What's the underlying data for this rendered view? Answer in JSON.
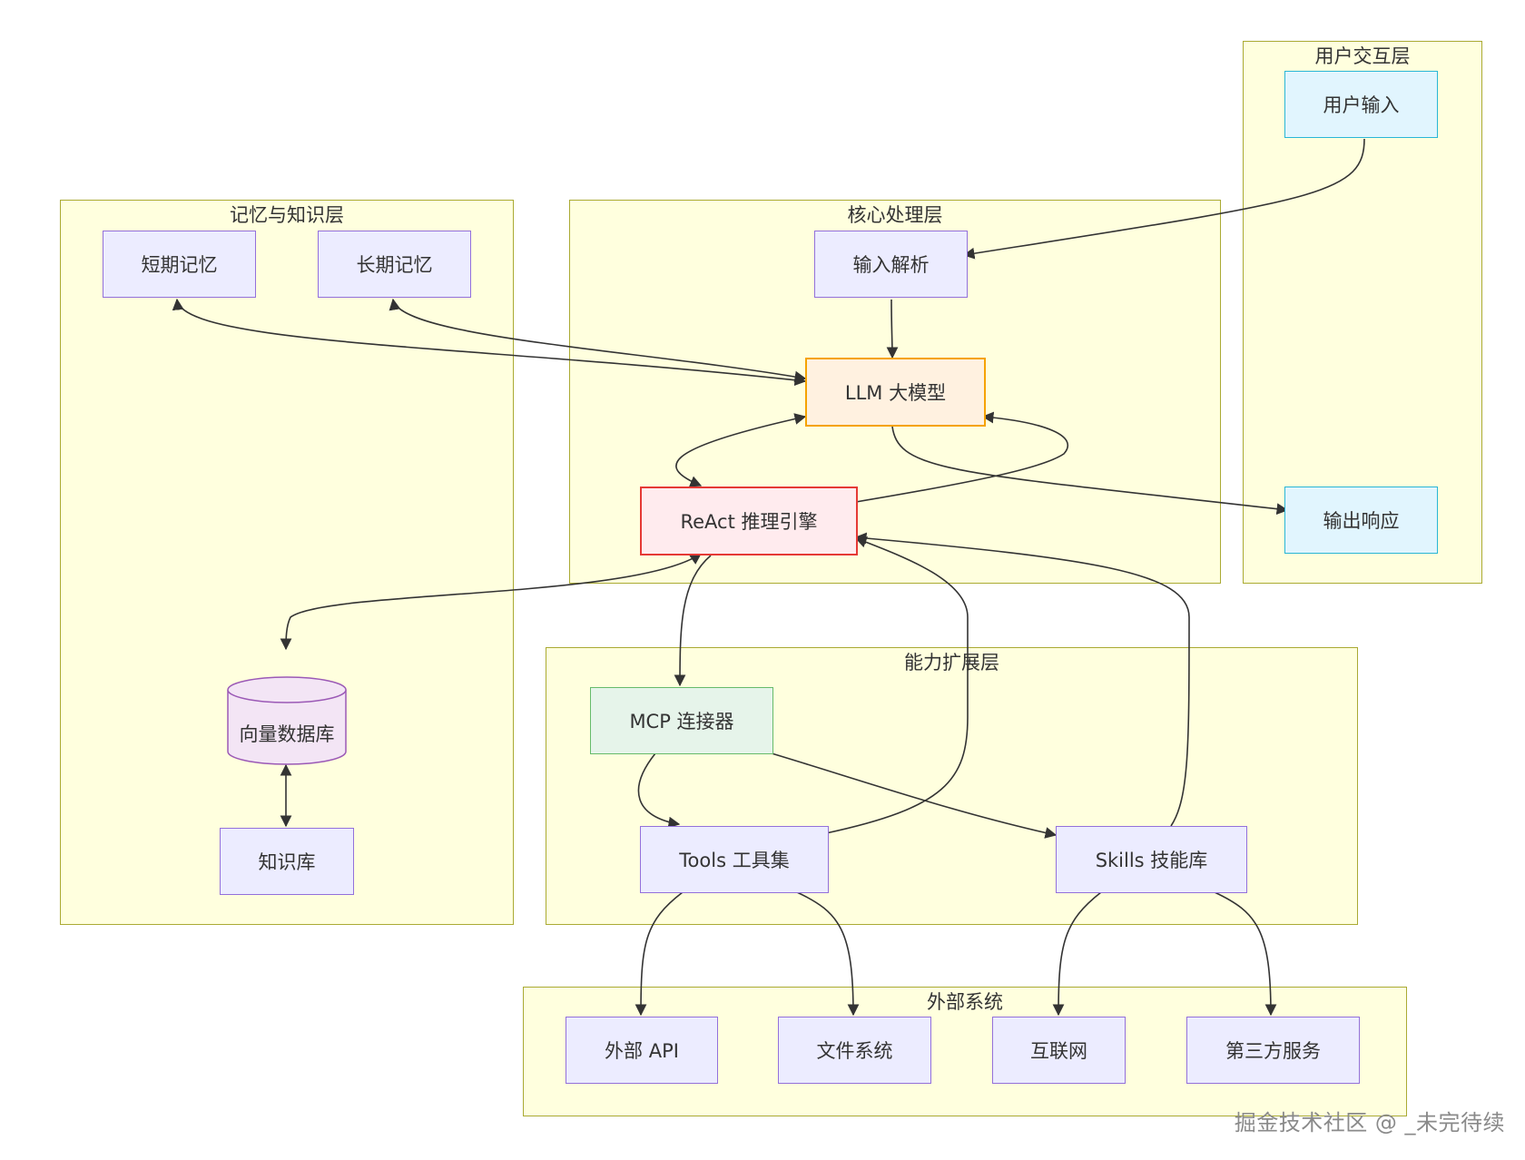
{
  "clusters": {
    "user": "用户交互层",
    "memory": "记忆与知识层",
    "core": "核心处理层",
    "capability": "能力扩展层",
    "external": "外部系统"
  },
  "nodes": {
    "user_input": "用户输入",
    "output_response": "输出响应",
    "short_memory": "短期记忆",
    "long_memory": "长期记忆",
    "input_parse": "输入解析",
    "llm": "LLM 大模型",
    "react": "ReAct 推理引擎",
    "vector_db": "向量数据库",
    "knowledge_base": "知识库",
    "mcp": "MCP 连接器",
    "tools": "Tools 工具集",
    "skills": "Skills 技能库",
    "external_api": "外部 API",
    "file_system": "文件系统",
    "internet": "互联网",
    "third_party": "第三方服务"
  },
  "edges": [
    {
      "from": "用户输入",
      "to": "输入解析"
    },
    {
      "from": "输入解析",
      "to": "LLM 大模型"
    },
    {
      "from": "LLM 大模型",
      "to": "短期记忆",
      "bidirectional": true
    },
    {
      "from": "LLM 大模型",
      "to": "长期记忆",
      "bidirectional": true
    },
    {
      "from": "LLM 大模型",
      "to": "ReAct 推理引擎",
      "bidirectional": true
    },
    {
      "from": "LLM 大模型",
      "to": "输出响应"
    },
    {
      "from": "ReAct 推理引擎",
      "to": "向量数据库",
      "bidirectional": true
    },
    {
      "from": "向量数据库",
      "to": "知识库",
      "bidirectional": true
    },
    {
      "from": "ReAct 推理引擎",
      "to": "MCP 连接器"
    },
    {
      "from": "MCP 连接器",
      "to": "Tools 工具集"
    },
    {
      "from": "MCP 连接器",
      "to": "Skills 技能库"
    },
    {
      "from": "Tools 工具集",
      "to": "ReAct 推理引擎"
    },
    {
      "from": "Skills 技能库",
      "to": "ReAct 推理引擎"
    },
    {
      "from": "Tools 工具集",
      "to": "外部 API"
    },
    {
      "from": "Tools 工具集",
      "to": "文件系统"
    },
    {
      "from": "Skills 技能库",
      "to": "互联网"
    },
    {
      "from": "Skills 技能库",
      "to": "第三方服务"
    }
  ],
  "colors": {
    "cluster_fill": "#ffffde",
    "cluster_border": "#aaaa33",
    "default_node_fill": "#ececff",
    "default_node_border": "#9370db",
    "user_node_fill": "#e1f5fe",
    "llm_node_border": "#f5a300",
    "react_node_border": "#e53935",
    "mcp_node_fill": "#e6f4ea",
    "db_fill": "#f3e5f5",
    "edge": "#333333"
  },
  "watermark": "掘金技术社区 @ _未完待续"
}
